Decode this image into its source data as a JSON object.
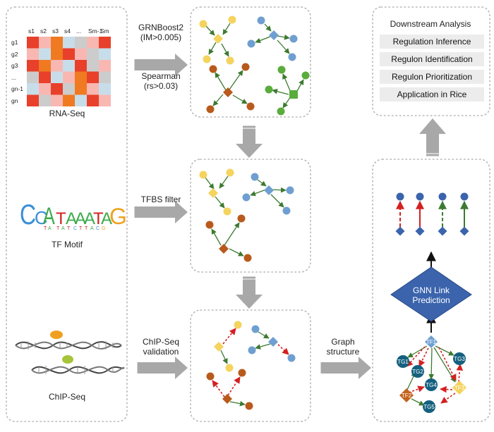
{
  "panels": {
    "rnaseq_label": "RNA-Seq",
    "tfmotif_label": "TF Motif",
    "chipseq_label": "ChIP-Seq"
  },
  "heatmap": {
    "columns": [
      "s1",
      "s2",
      "s3",
      "s4",
      "...",
      "Sm-1",
      "Sm"
    ],
    "rows": [
      "g1",
      "g2",
      "g3",
      "...",
      "gn-1",
      "gn"
    ],
    "colors": [
      "#e8402a",
      "#f07a22",
      "#f9b7b2",
      "#c8ddea",
      "#cccccc",
      "#ec3a5c"
    ]
  },
  "motif": {
    "letters": "CCATAAATAG"
  },
  "arrows": {
    "grnboost": "GRNBoost2",
    "im": "(IM>0.005)",
    "spearman": "Spearman",
    "rs": "(rs>0.03)",
    "tfbs": "TFBS filter",
    "chip1": "ChIP-Seq",
    "chip2": "validation",
    "graph1": "Graph",
    "graph2": "structure"
  },
  "downstream": {
    "title": "Downstream Analysis",
    "items": [
      "Regulation Inference",
      "Regulon Identification",
      "Regulon Prioritization",
      "Application in Rice"
    ]
  },
  "gnn": {
    "line1": "GNN Link",
    "line2": "Prediction"
  },
  "graph_nodes": {
    "tf": "TF1",
    "tg": [
      "TG1",
      "TG2",
      "TG3",
      "TG4",
      "TG5"
    ],
    "tf2": "TF2",
    "tf3": "TF3"
  },
  "colors": {
    "yellow": "#f4d35e",
    "blue": "#6f9fd1",
    "brown": "#b85a1c",
    "green": "#5aac3c",
    "edge_green": "#3d7a30",
    "edge_red": "#d42020",
    "gnn_fill": "#3b64ad",
    "tg_fill": "#15607f",
    "arrow_gray": "#a8a8a8"
  }
}
